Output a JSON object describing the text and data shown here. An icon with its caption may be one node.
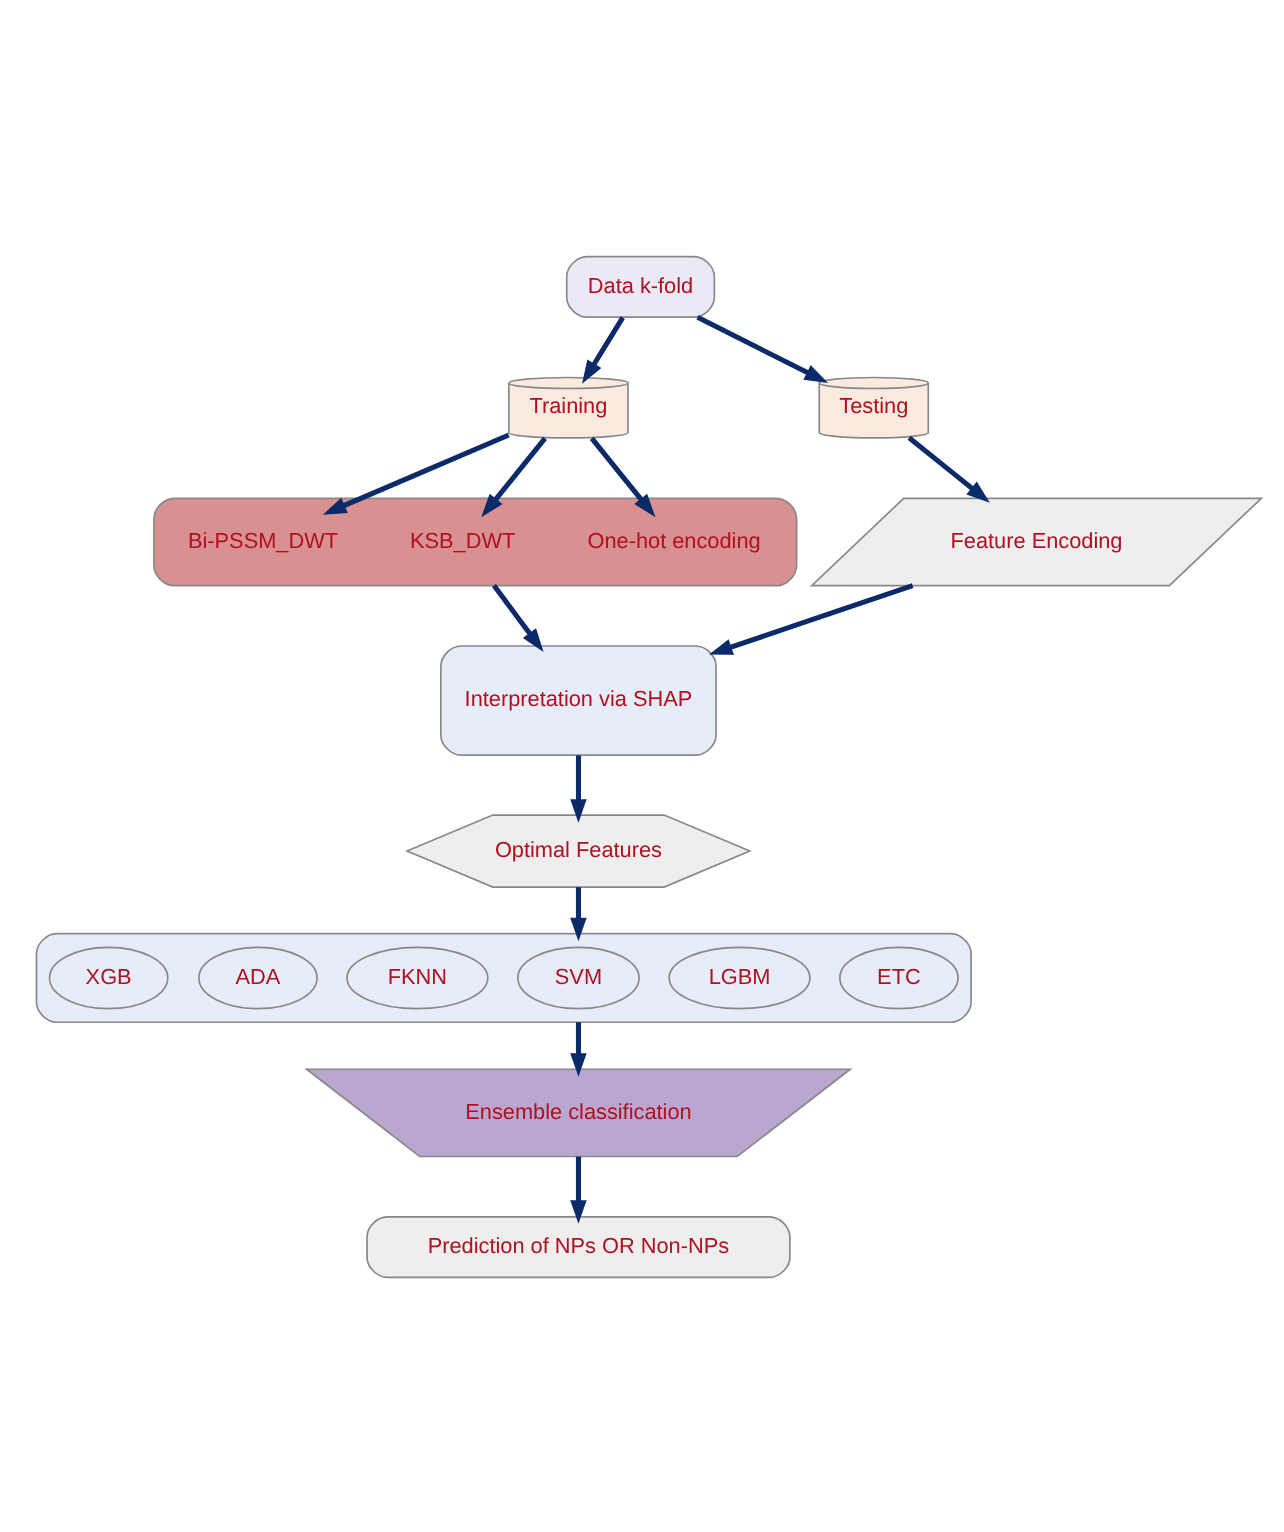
{
  "diagram": {
    "nodes": [
      {
        "text": [
          "Data k-fold"
        ]
      },
      {
        "text": [
          "Training"
        ]
      },
      {
        "text": [
          "Testing"
        ]
      },
      {
        "text": [],
        "shape": "box"
      },
      {
        "text": [
          "Bi-PSSM_DWT"
        ],
        "in": 3
      },
      {
        "text": [
          "KSB_DWT"
        ],
        "in": 3
      },
      {
        "text": [
          "One-hot encoding"
        ],
        "in": 3
      },
      {
        "text": [
          "Feature Encoding"
        ]
      },
      {
        "text": [
          "Interpretation via SHAP"
        ]
      },
      {
        "text": [
          "Optimal Features"
        ]
      },
      {
        "text": [],
        "shape": "box"
      },
      {
        "text": [
          "XGB"
        ],
        "in": 10
      },
      {
        "text": [
          "ADA"
        ],
        "in": 10
      },
      {
        "text": [
          "FKNN"
        ],
        "in": 10
      },
      {
        "text": [
          "SVM"
        ],
        "in": 10
      },
      {
        "text": [
          "LGBM"
        ],
        "in": 10
      },
      {
        "text": [
          "ETC"
        ],
        "in": 10
      },
      {
        "text": [
          "Ensemble classification"
        ]
      },
      {
        "text": [
          "Prediction of NPs OR Non-NPs"
        ]
      }
    ],
    "edges": [
      {
        "from": 0,
        "to": 1,
        "arrow": "to"
      },
      {
        "from": 0,
        "to": 2,
        "arrow": "to"
      },
      {
        "from": 1,
        "to": 4,
        "arrow": "to"
      },
      {
        "from": 1,
        "to": 5,
        "arrow": "to"
      },
      {
        "from": 1,
        "to": 6,
        "arrow": "to"
      },
      {
        "from": 3,
        "to": 8,
        "arrow": "to"
      },
      {
        "from": 2,
        "to": 7,
        "arrow": "to"
      },
      {
        "from": 7,
        "to": 8,
        "arrow": "to"
      },
      {
        "from": 8,
        "to": 9,
        "arrow": "to"
      },
      {
        "from": 9,
        "to": 10,
        "arrow": "to"
      },
      {
        "from": 10,
        "to": 17,
        "arrow": "to"
      },
      {
        "from": 17,
        "to": 18,
        "arrow": "to"
      }
    ]
  }
}
